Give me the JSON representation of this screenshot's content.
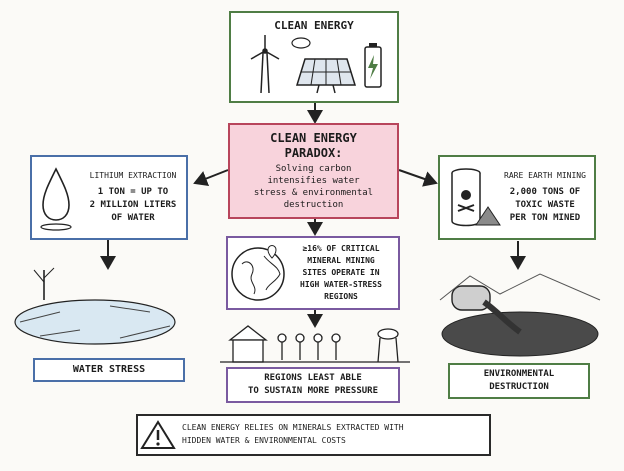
{
  "clean_energy": {
    "title": "CLEAN ENERGY"
  },
  "paradox": {
    "title_line1": "CLEAN ENERGY",
    "title_line2": "PARADOX:",
    "desc_line1": "Solving carbon",
    "desc_line2": "intensifies water",
    "desc_line3": "stress & environmental",
    "desc_line4": "destruction"
  },
  "lithium": {
    "title": "LITHIUM EXTRACTION",
    "line1": "1 TON = UP TO",
    "line2": "2 MILLION LITERS",
    "line3": "OF WATER"
  },
  "rare_earth": {
    "title": "RARE EARTH MINING",
    "line1": "2,000 TONS OF",
    "line2": "TOXIC WASTE",
    "line3": "PER TON MINED"
  },
  "mining_sites": {
    "line1": "≥16% OF CRITICAL",
    "line2": "MINERAL MINING",
    "line3": "SITES OPERATE IN",
    "line4": "HIGH WATER-STRESS",
    "line5": "REGIONS"
  },
  "water_stress": {
    "label": "WATER STRESS"
  },
  "regions": {
    "line1": "REGIONS LEAST ABLE",
    "line2": "TO SUSTAIN MORE PRESSURE"
  },
  "environmental": {
    "line1": "ENVIRONMENTAL",
    "line2": "DESTRUCTION"
  },
  "footer": {
    "line1": "CLEAN ENERGY RELIES ON MINERALS EXTRACTED WITH",
    "line2": "HIDDEN WATER & ENVIRONMENTAL COSTS"
  },
  "colors": {
    "green_border": "#4f7d45",
    "pink_fill": "#f8d3dc",
    "pink_border": "#b8455c",
    "blue_border": "#4a6fa8",
    "purple_border": "#7a5aa0"
  }
}
